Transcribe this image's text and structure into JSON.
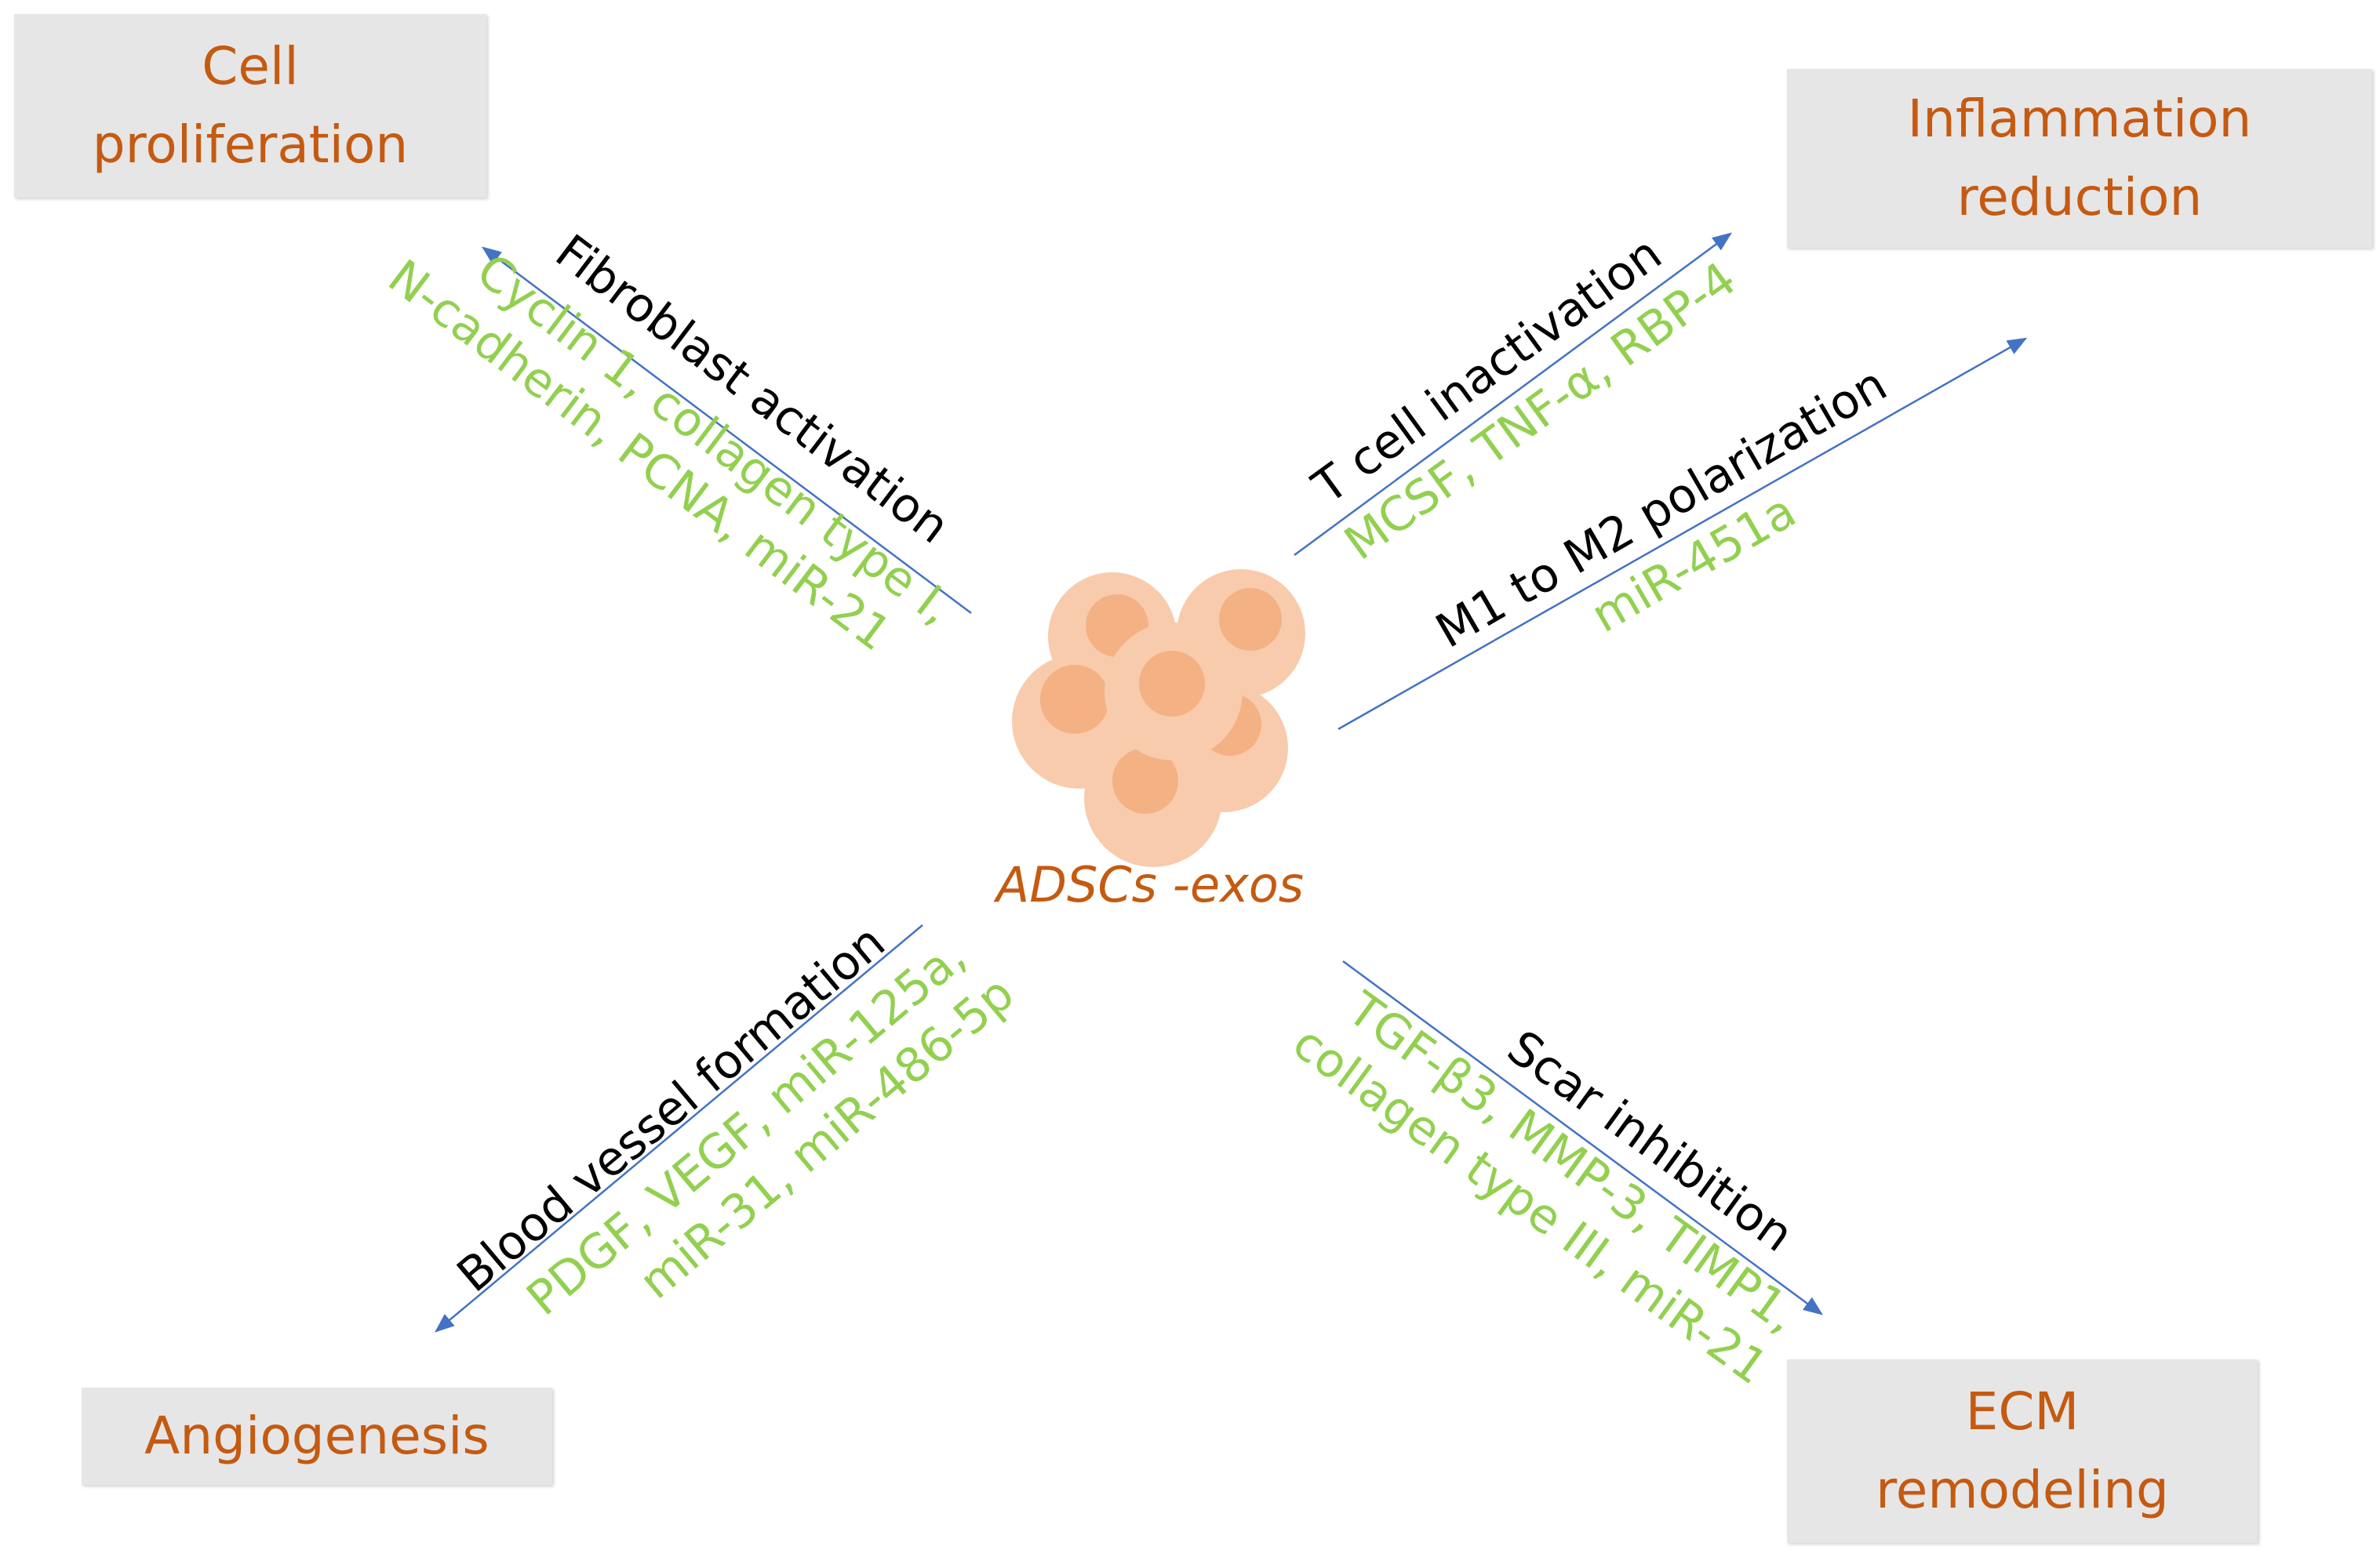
{
  "center": {
    "label": "ADSCs -exos"
  },
  "outcomes": {
    "top_left": "Cell\nproliferation",
    "top_right": "Inflammation\nreduction",
    "bottom_left": "Angiogenesis",
    "bottom_right": "ECM\nremodeling"
  },
  "pathways": {
    "fibroblast": {
      "title": "Fibroblast activation",
      "markers_1": "Cyclin 1, collagen type I,",
      "markers_2": "N-cadherin, PCNA, miR-21"
    },
    "tcell": {
      "title": "T cell inactivation",
      "markers_1": "MCSF, TNF-α, RBP-4"
    },
    "macrophage": {
      "title": "M1 to M2 polarization",
      "markers_1": "miR-451a"
    },
    "vessel": {
      "title": "Blood vessel formation",
      "markers_1": "PDGF, VEGF, miR-125a,",
      "markers_2": "miR-31, miR-486-5p"
    },
    "scar": {
      "title": "Scar inhibition",
      "markers_1": "TGF-β3, MMP-3, TIMP1,",
      "markers_2": "collagen type III, miR-21"
    }
  },
  "colors": {
    "outcome_text": "#c55a11",
    "outcome_box": "#e6e6e6",
    "marker_text": "#92d050",
    "pathway_text": "#000000",
    "arrow": "#4472c4",
    "cell_fill": "#f8cbad",
    "nucleus_fill": "#f4b183"
  }
}
